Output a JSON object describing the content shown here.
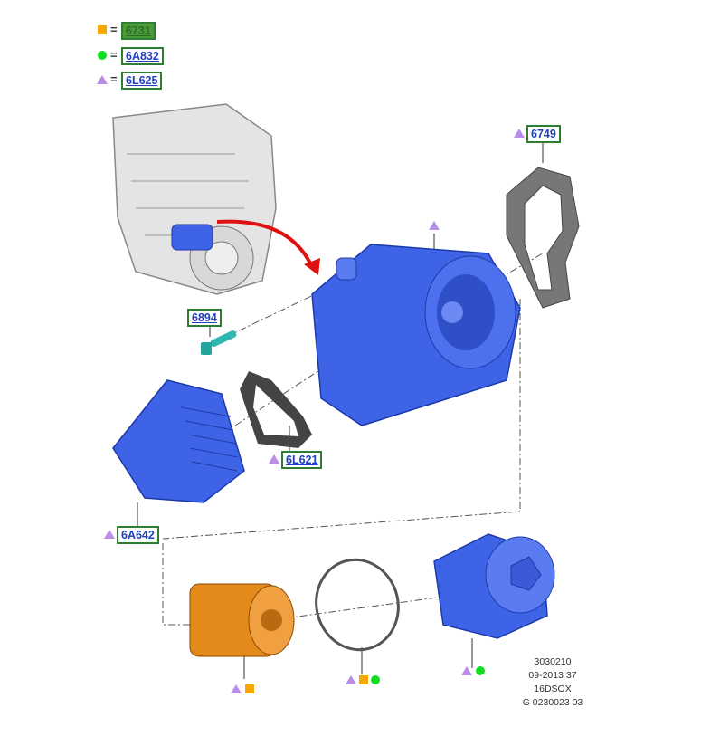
{
  "legend": [
    {
      "symbol": "square",
      "color": "#f7a800",
      "part": "6731",
      "highlighted": true
    },
    {
      "symbol": "circle",
      "color": "#11dd22",
      "part": "6A832"
    },
    {
      "symbol": "triangle",
      "color": "#b98ee8",
      "part": "6L625"
    }
  ],
  "equals": "=",
  "callouts": {
    "gasket_top": "6749",
    "bolt": "6894",
    "gasket_cooler": "6L621",
    "oil_cooler": "6A642"
  },
  "drawing_code": [
    "3030210",
    "09-2013 37",
    "16DSOX",
    "G 0230023 03"
  ],
  "colors": {
    "part_blue": "#3f63e6",
    "filter_orange": "#e38a1a",
    "arrow_red": "#e01010",
    "label_border": "#2e7d32",
    "label_text": "#1f3fbf"
  }
}
